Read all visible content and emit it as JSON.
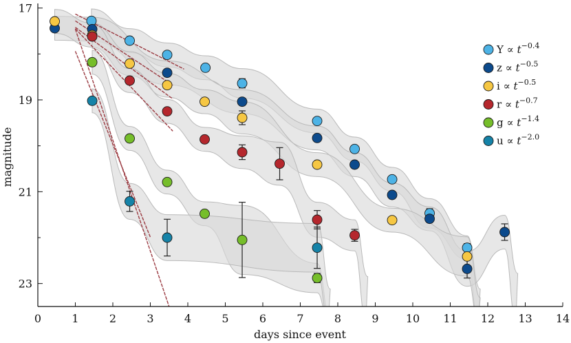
{
  "chart_data": {
    "type": "scatter",
    "title": "",
    "xlabel": "days since event",
    "ylabel": "magnitude",
    "xlim": [
      0,
      14
    ],
    "ylim": [
      23.5,
      16.9
    ],
    "y_inverted": true,
    "x_ticks": [
      0,
      1,
      2,
      3,
      4,
      5,
      6,
      7,
      8,
      9,
      10,
      11,
      12,
      13,
      14
    ],
    "y_ticks": [
      17,
      19,
      21,
      23
    ],
    "grid": false,
    "legend_position": "top-right",
    "series": [
      {
        "name": "Y",
        "exponent": "-0.4",
        "color": "#4db3e6",
        "points": [
          {
            "x": 1.43,
            "y": 17.28
          },
          {
            "x": 2.45,
            "y": 17.71
          },
          {
            "x": 3.45,
            "y": 18.02
          },
          {
            "x": 4.47,
            "y": 18.3
          },
          {
            "x": 5.45,
            "y": 18.64,
            "err": 0.1
          },
          {
            "x": 7.45,
            "y": 19.46
          },
          {
            "x": 8.45,
            "y": 20.07
          },
          {
            "x": 9.45,
            "y": 20.73
          },
          {
            "x": 10.45,
            "y": 21.47,
            "err": 0.1
          },
          {
            "x": 11.45,
            "y": 22.22
          }
        ],
        "fit": {
          "x0": 1.0,
          "x1": 3.9,
          "y0": 17.13,
          "y1": 18.33
        }
      },
      {
        "name": "z",
        "exponent": "-0.5",
        "color": "#0c4a8c",
        "points": [
          {
            "x": 0.45,
            "y": 17.44
          },
          {
            "x": 1.45,
            "y": 17.46
          },
          {
            "x": 3.45,
            "y": 18.41
          },
          {
            "x": 5.45,
            "y": 19.04
          },
          {
            "x": 7.45,
            "y": 19.83
          },
          {
            "x": 8.45,
            "y": 20.41
          },
          {
            "x": 9.45,
            "y": 21.07
          },
          {
            "x": 10.45,
            "y": 21.59
          },
          {
            "x": 11.45,
            "y": 22.68,
            "err": 0.2
          },
          {
            "x": 12.45,
            "y": 21.88,
            "err": 0.18
          }
        ],
        "fit": {
          "x0": 1.0,
          "x1": 3.6,
          "y0": 17.28,
          "y1": 18.68
        }
      },
      {
        "name": "i",
        "exponent": "-0.5",
        "color": "#f6c743",
        "points": [
          {
            "x": 0.45,
            "y": 17.29
          },
          {
            "x": 1.45,
            "y": 17.59
          },
          {
            "x": 2.45,
            "y": 18.21
          },
          {
            "x": 3.45,
            "y": 18.68
          },
          {
            "x": 4.45,
            "y": 19.04
          },
          {
            "x": 5.45,
            "y": 19.39,
            "err": 0.15
          },
          {
            "x": 7.45,
            "y": 20.41
          },
          {
            "x": 9.45,
            "y": 21.62
          },
          {
            "x": 11.45,
            "y": 22.41,
            "err": 0.28
          }
        ],
        "fit": {
          "x0": 1.0,
          "x1": 3.6,
          "y0": 17.42,
          "y1": 18.98
        }
      },
      {
        "name": "r",
        "exponent": "-0.7",
        "color": "#b5272d",
        "points": [
          {
            "x": 1.45,
            "y": 17.62
          },
          {
            "x": 2.45,
            "y": 18.58
          },
          {
            "x": 3.45,
            "y": 19.25
          },
          {
            "x": 4.45,
            "y": 19.86
          },
          {
            "x": 5.45,
            "y": 20.14,
            "err": 0.16
          },
          {
            "x": 6.45,
            "y": 20.39,
            "err": 0.35
          },
          {
            "x": 7.45,
            "y": 21.61,
            "err": 0.2
          },
          {
            "x": 8.45,
            "y": 21.95,
            "err": 0.13
          }
        ],
        "fit": {
          "x0": 1.0,
          "x1": 3.6,
          "y0": 17.45,
          "y1": 19.68
        }
      },
      {
        "name": "g",
        "exponent": "-1.4",
        "color": "#76be2a",
        "points": [
          {
            "x": 1.45,
            "y": 18.18
          },
          {
            "x": 2.45,
            "y": 19.84
          },
          {
            "x": 3.45,
            "y": 20.79
          },
          {
            "x": 4.45,
            "y": 21.48
          },
          {
            "x": 5.45,
            "y": 22.05,
            "err": 0.82
          },
          {
            "x": 7.45,
            "y": 22.88,
            "err": 0.1
          }
        ],
        "fit": {
          "x0": 1.0,
          "x1": 3.0,
          "y0": 17.94,
          "y1": 21.99
        }
      },
      {
        "name": "u",
        "exponent": "-2.0",
        "color": "#1583a8",
        "points": [
          {
            "x": 1.45,
            "y": 19.02
          },
          {
            "x": 2.45,
            "y": 21.21,
            "err": 0.22
          },
          {
            "x": 3.45,
            "y": 22.0,
            "err": 0.4
          },
          {
            "x": 7.45,
            "y": 22.22,
            "err": 0.45
          }
        ],
        "fit": {
          "x0": 1.0,
          "x1": 3.5,
          "y0": 17.46,
          "y1": 23.5
        }
      }
    ]
  }
}
